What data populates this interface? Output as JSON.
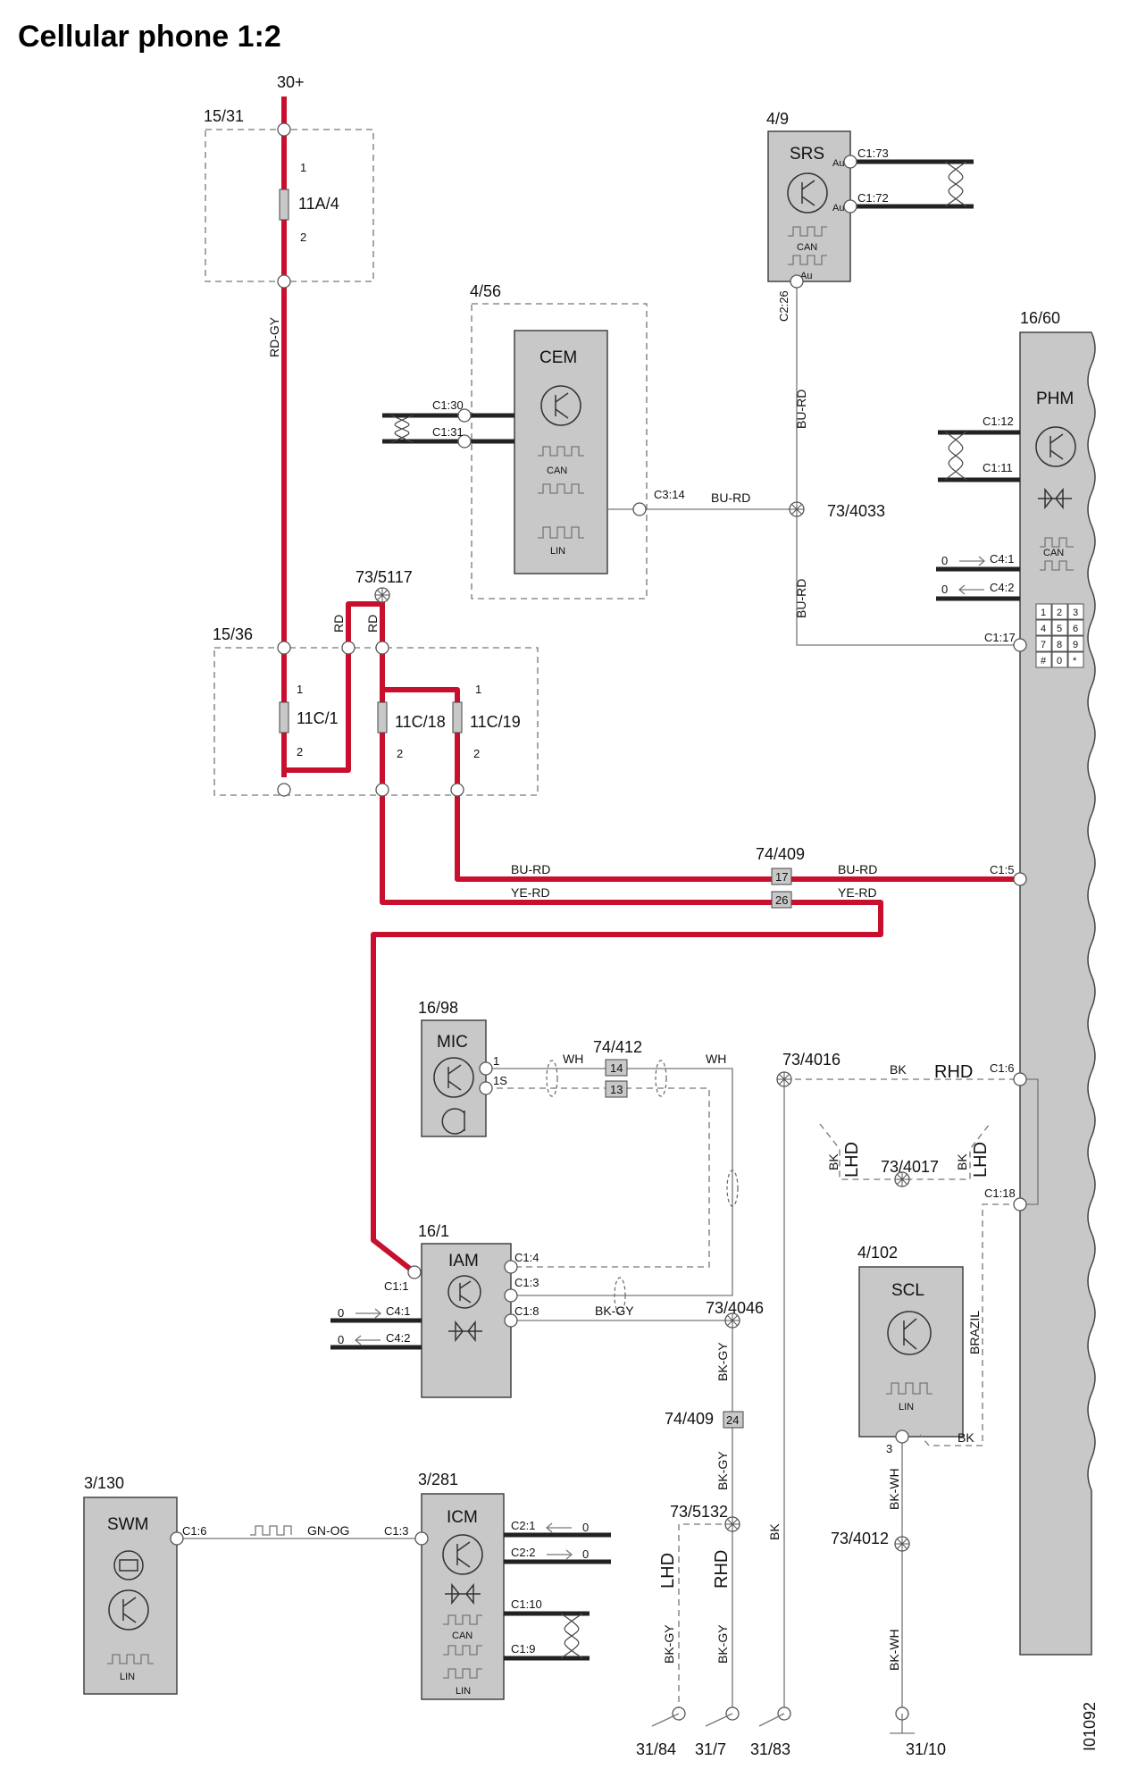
{
  "title": "Cellular phone 1:2",
  "doc_id": "I01092",
  "modules": {
    "srs": {
      "code": "4/9",
      "name": "SRS"
    },
    "cem": {
      "code": "4/56",
      "name": "CEM"
    },
    "phm": {
      "code": "16/60",
      "name": "PHM"
    },
    "mic": {
      "code": "16/98",
      "name": "MIC"
    },
    "iam": {
      "code": "16/1",
      "name": "IAM"
    },
    "scl": {
      "code": "4/102",
      "name": "SCL"
    },
    "swm": {
      "code": "3/130",
      "name": "SWM"
    },
    "icm": {
      "code": "3/281",
      "name": "ICM"
    }
  },
  "fuseboxes": {
    "fb1": "15/31",
    "fb2": "15/36"
  },
  "fuses": {
    "f1": "11A/4",
    "f2": "11C/1",
    "f3": "11C/18",
    "f4": "11C/19"
  },
  "power": {
    "supply": "30+"
  },
  "connectors": {
    "c409": "74/409",
    "c412": "74/412",
    "c409b": "74/409"
  },
  "splices": {
    "s5117": "73/5117",
    "s4033": "73/4033",
    "s4016": "73/4016",
    "s4017": "73/4017",
    "s4046": "73/4046",
    "s5132": "73/5132",
    "s4012": "73/4012"
  },
  "grounds": {
    "g1": "31/84",
    "g2": "31/7",
    "g3": "31/83",
    "g4": "31/10"
  },
  "signals": {
    "can": "CAN",
    "lin": "LIN",
    "au": "Au",
    "zero": "0"
  },
  "keypad": [
    "1",
    "2",
    "3",
    "4",
    "5",
    "6",
    "7",
    "8",
    "9",
    "#",
    "0",
    "*"
  ],
  "pins": {
    "pin_1": "1",
    "pin_2": "2",
    "pin_1s": "1S",
    "pin_3": "3",
    "srs_c173": "C1:73",
    "srs_c172": "C1:72",
    "srs_c226": "C2:26",
    "cem_c130": "C1:30",
    "cem_c131": "C1:31",
    "cem_c314": "C3:14",
    "phm_c112": "C1:12",
    "phm_c111": "C1:11",
    "phm_c41": "C4:1",
    "phm_c42": "C4:2",
    "phm_c117": "C1:17",
    "phm_c15": "C1:5",
    "phm_c16": "C1:6",
    "phm_c118": "C1:18",
    "iam_c14": "C1:4",
    "iam_c13": "C1:3",
    "iam_c11": "C1:1",
    "iam_c18": "C1:8",
    "iam_c41": "C4:1",
    "iam_c42": "C4:2",
    "swm_c16": "C1:6",
    "icm_c13": "C1:3",
    "icm_c21": "C2:1",
    "icm_c22": "C2:2",
    "icm_c110": "C1:10",
    "icm_c19": "C1:9",
    "cn_17": "17",
    "cn_26": "26",
    "cn_14": "14",
    "cn_13": "13",
    "cn_24": "24"
  },
  "wires": {
    "rd_gy": "RD-GY",
    "rd": "RD",
    "bu_rd": "BU-RD",
    "ye_rd": "YE-RD",
    "wh": "WH",
    "bk": "BK",
    "bk_gy": "BK-GY",
    "bk_wh": "BK-WH",
    "gn_og": "GN-OG"
  },
  "markets": {
    "rhd": "RHD",
    "lhd": "LHD",
    "brazil": "BRAZIL"
  }
}
